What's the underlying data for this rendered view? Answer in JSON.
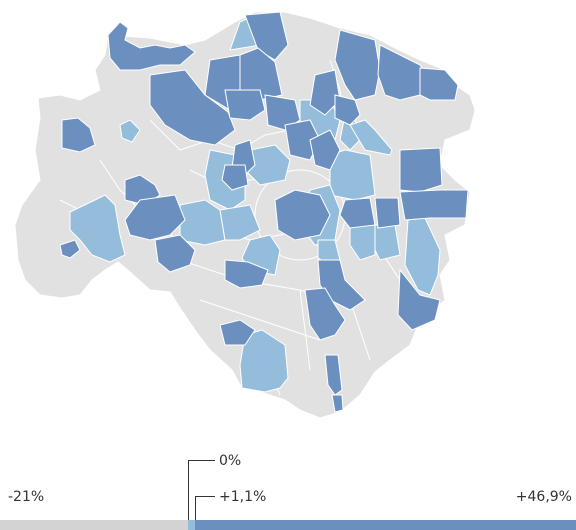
{
  "legend": {
    "min_label": "-21%",
    "zero_label": "0%",
    "mid_label": "+1,1%",
    "max_label": "+46,9%",
    "scale": {
      "min": -21,
      "zero": 0,
      "mid": 1.1,
      "max": 46.9
    }
  },
  "colors": {
    "negative": "#d3d3d3",
    "low": "#94bcdb",
    "high": "#6b8fbf",
    "border": "#ffffff",
    "text": "#333333"
  }
}
